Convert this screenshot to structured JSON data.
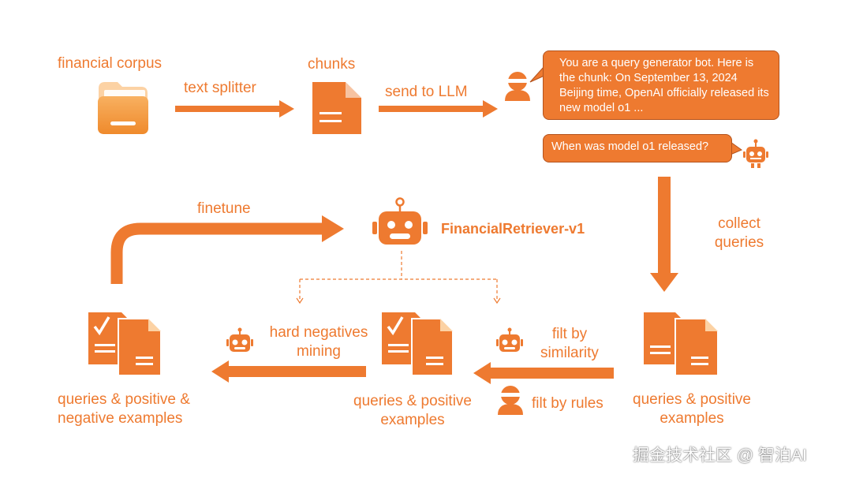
{
  "nodes": {
    "financial_corpus": "financial corpus",
    "chunks": "chunks",
    "model": "FinancialRetriever-v1",
    "qp_right": [
      "queries & positive",
      "examples"
    ],
    "qp_mid": [
      "queries & positive",
      "examples"
    ],
    "qpn_left": [
      "queries & positive &",
      "negative examples"
    ]
  },
  "edges": {
    "text_splitter": "text splitter",
    "send_to_llm": "send to LLM",
    "collect_queries": [
      "collect",
      "queries"
    ],
    "filt_by_similarity": [
      "filt by",
      "similarity"
    ],
    "filt_by_rules": "filt by rules",
    "hard_negatives_mining": [
      "hard negatives",
      "mining"
    ],
    "finetune": "finetune"
  },
  "bubbles": {
    "prompt": "You are a query generator bot. Here is the chunk: On September 13, 2024 Beijing time, OpenAI officially released its new model o1 ...",
    "query": "When was model o1 released?"
  },
  "watermark": "掘金技术社区 @ 智泊AI",
  "colors": {
    "accent": "#ee7a30",
    "accent_dark": "#b4531d",
    "folder_light": "#fcd2a4",
    "folder_dark": "#f39b35"
  }
}
